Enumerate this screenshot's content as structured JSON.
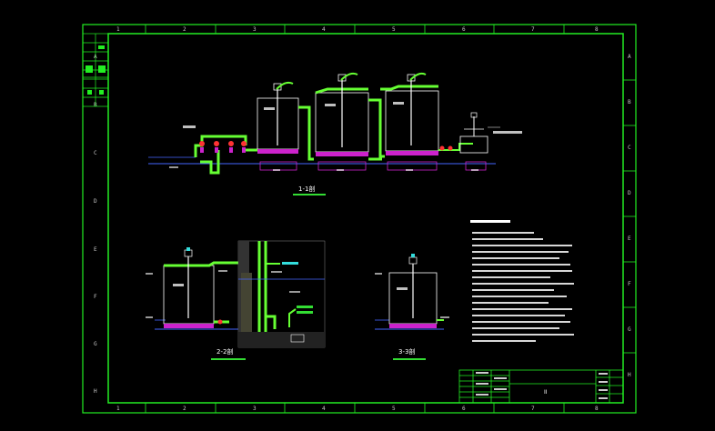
{
  "drawing": {
    "column_labels": [
      "1",
      "2",
      "3",
      "4",
      "5",
      "6",
      "7",
      "8"
    ],
    "row_labels": [
      "A",
      "B",
      "C",
      "D",
      "E",
      "F",
      "G",
      "H"
    ],
    "section_titles": {
      "s11": "1-1剖",
      "s22": "2-2剖",
      "s33": "3-3剖"
    },
    "title_block": {
      "drawing_title": "II"
    }
  },
  "colors": {
    "frame": "#22ee22",
    "pipe": "#66ff33",
    "tank": "#ffffff",
    "base": "#cc22cc",
    "blue_line": "#4466ff",
    "cyan": "#33dddd",
    "yellow": "#ffff33",
    "red": "#ff3333"
  }
}
